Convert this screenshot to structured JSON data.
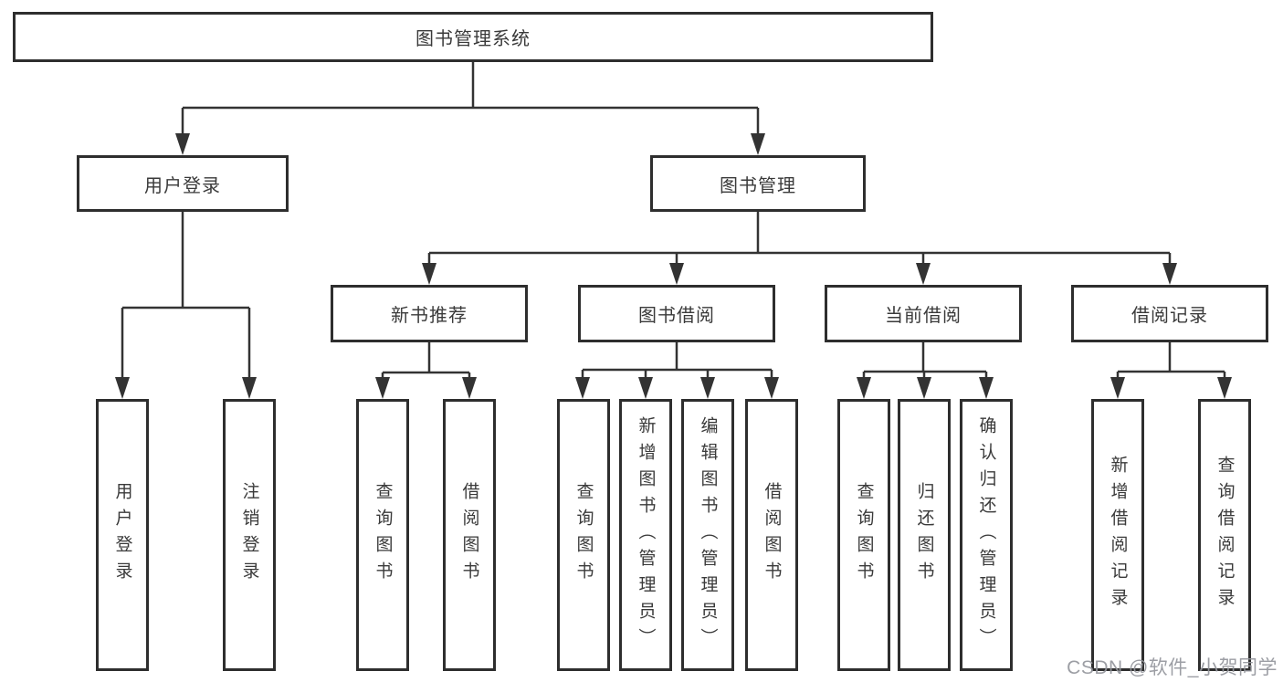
{
  "colors": {
    "background": "#ffffff",
    "line": "#333333",
    "box_border": "#2e2e2e",
    "text": "#3a3a3a",
    "watermark": "#94969c"
  },
  "watermark": {
    "text": "CSDN @软件_小贺同学"
  },
  "tree": {
    "root": {
      "label": "图书管理系统",
      "children": [
        {
          "label": "用户登录",
          "children": [
            {
              "label": "用户登录"
            },
            {
              "label": "注销登录"
            }
          ]
        },
        {
          "label": "图书管理",
          "children": [
            {
              "label": "新书推荐",
              "children": [
                {
                  "label": "查询图书"
                },
                {
                  "label": "借阅图书"
                }
              ]
            },
            {
              "label": "图书借阅",
              "children": [
                {
                  "label": "查询图书"
                },
                {
                  "label": "新增图书（管理员）"
                },
                {
                  "label": "编辑图书（管理员）"
                },
                {
                  "label": "借阅图书"
                }
              ]
            },
            {
              "label": "当前借阅",
              "children": [
                {
                  "label": "查询图书"
                },
                {
                  "label": "归还图书"
                },
                {
                  "label": "确认归还（管理员）"
                }
              ]
            },
            {
              "label": "借阅记录",
              "children": [
                {
                  "label": "新增借阅记录"
                },
                {
                  "label": "查询借阅记录"
                }
              ]
            }
          ]
        }
      ]
    }
  }
}
